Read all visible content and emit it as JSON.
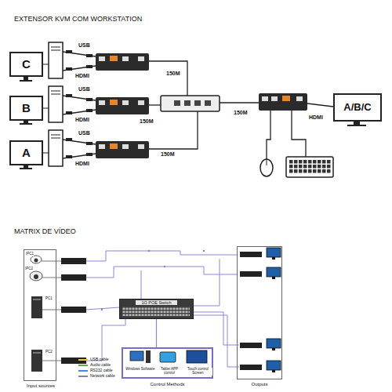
{
  "diagram": {
    "title": "EXTENSOR KVM COM WORKSTATION",
    "nodes": [
      {
        "text": [
          "C"
        ]
      },
      {
        "text": [
          "B"
        ]
      },
      {
        "text": [
          "A"
        ]
      },
      {
        "text": [
          "A/B/C"
        ]
      },
      {
        "text": [
          "Input sources"
        ]
      },
      {
        "text": [
          "1G POE Switch"
        ]
      },
      {
        "text": [
          "Control Methods",
          "Windows Software",
          "Tablet APP control",
          "Touch control Screen"
        ]
      },
      {
        "text": [
          "Outputs"
        ]
      }
    ],
    "edges": [
      {
        "from": 6,
        "to": 5,
        "arrow": "none"
      }
    ],
    "labels": [
      "USB",
      "HDMI",
      "USB",
      "HDMI",
      "USB",
      "HDMI",
      "150M",
      "150M",
      "150M",
      "150M",
      "HDMI",
      "MATRIX DE VÍDEO",
      "IPC1",
      "IPC2",
      "PC1",
      "PC2"
    ],
    "legend": [
      {
        "text": "USB cable",
        "color": "#e8c64a"
      },
      {
        "text": "Audio cable",
        "color": "#6aa84f"
      },
      {
        "text": "RS232 cable",
        "color": "#4a86e8"
      },
      {
        "text": "Network cable",
        "color": "#8e7cc3"
      }
    ]
  }
}
